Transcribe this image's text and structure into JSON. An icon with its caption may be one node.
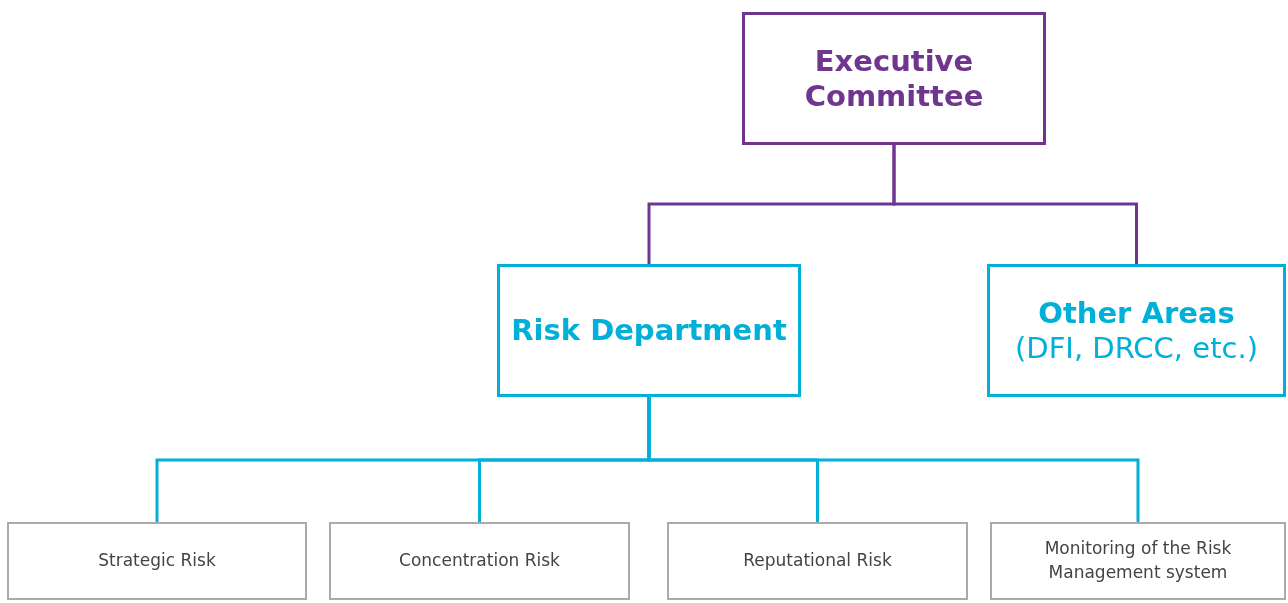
{
  "diagram": {
    "nodes": [
      {
        "text": [
          "Executive Committee"
        ]
      },
      {
        "text": [
          "Risk Department"
        ]
      },
      {
        "text": [
          "Other Areas",
          "(DFI, DRCC, etc.)"
        ]
      },
      {
        "text": [
          "Strategic Risk"
        ]
      },
      {
        "text": [
          "Concentration Risk"
        ]
      },
      {
        "text": [
          "Reputational Risk"
        ]
      },
      {
        "text": [
          "Monitoring of the Risk Management system"
        ]
      }
    ],
    "edges": [
      {
        "from": 0,
        "to": 1,
        "arrow": "none",
        "color": "#70368f"
      },
      {
        "from": 0,
        "to": 2,
        "arrow": "none",
        "color": "#70368f"
      },
      {
        "from": 1,
        "to": 3,
        "arrow": "none"
      },
      {
        "from": 1,
        "to": 4,
        "arrow": "none"
      },
      {
        "from": 1,
        "to": 5,
        "arrow": "none"
      },
      {
        "from": 1,
        "to": 6,
        "arrow": "none"
      }
    ]
  }
}
